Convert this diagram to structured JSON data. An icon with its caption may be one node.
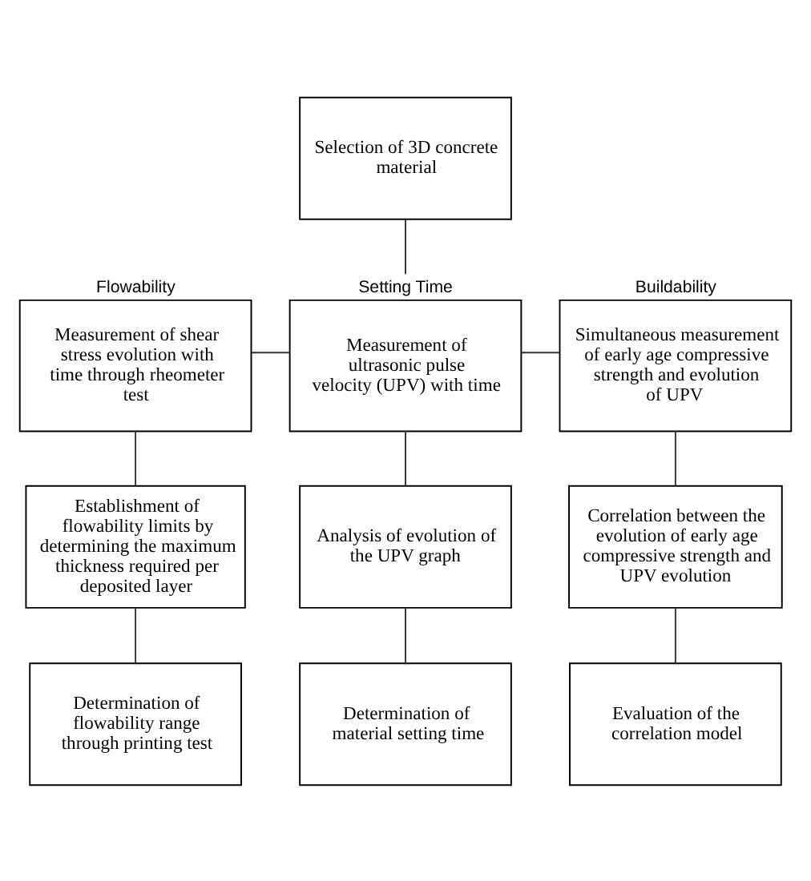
{
  "diagram": {
    "nodes": [
      {
        "text": [
          "Selection of 3D concrete material"
        ]
      },
      {
        "text": [
          "Flowability",
          "Measurement of shear stress evolution with time through rheometer test"
        ]
      },
      {
        "text": [
          "Setting Time",
          "Measurement of ultrasonic pulse velocity (UPV) with time"
        ]
      },
      {
        "text": [
          "Buildability",
          "Simultaneous measurement of early age compressive strength and evolution of UPV"
        ]
      },
      {
        "text": [
          "Establishment of flowability limits by determining the maximum thickness required per deposited layer"
        ]
      },
      {
        "text": [
          "Analysis of evolution of the UPV graph"
        ]
      },
      {
        "text": [
          "Correlation between the evolution of early age compressive strength and UPV evolution"
        ]
      },
      {
        "text": [
          "Determination of flowability range through printing test"
        ]
      },
      {
        "text": [
          "Determination of material setting time"
        ]
      },
      {
        "text": [
          "Evaluation of the correlation model"
        ]
      }
    ],
    "edges": [
      {
        "from": 0,
        "to": 2,
        "arrow": "none"
      },
      {
        "from": 1,
        "to": 2,
        "arrow": "none"
      },
      {
        "from": 2,
        "to": 3,
        "arrow": "none"
      },
      {
        "from": 1,
        "to": 4,
        "arrow": "none"
      },
      {
        "from": 4,
        "to": 7,
        "arrow": "none"
      },
      {
        "from": 2,
        "to": 5,
        "arrow": "none"
      },
      {
        "from": 5,
        "to": 8,
        "arrow": "none"
      },
      {
        "from": 3,
        "to": 6,
        "arrow": "none"
      },
      {
        "from": 6,
        "to": 9,
        "arrow": "none"
      }
    ]
  }
}
